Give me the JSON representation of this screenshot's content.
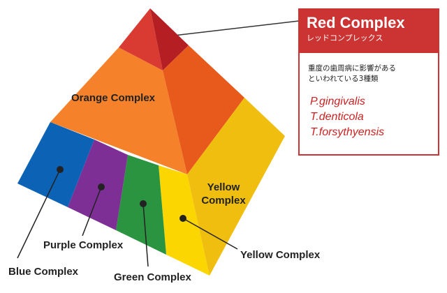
{
  "colors": {
    "red": "#d93a32",
    "red_dark": "#b51f23",
    "orange": "#f5822a",
    "orange_dark": "#e85a1c",
    "yellow": "#fcd600",
    "yellow_dark": "#efbe0f",
    "green": "#2b9440",
    "purple": "#7e2f96",
    "blue": "#0c63b6",
    "accent": "#cc3333"
  },
  "labels": {
    "orange": "Orange Complex",
    "yellow_face_line1": "Yellow",
    "yellow_face_line2": "Complex",
    "purple": "Purple Complex",
    "blue": "Blue Complex",
    "green": "Green Complex",
    "yellow": "Yellow Complex"
  },
  "info_box": {
    "title": "Red Complex",
    "subtitle": "レッドコンプレックス",
    "description_line1": "重度の歯周病に影響がある",
    "description_line2": "といわれている3種類",
    "species": [
      "P.gingivalis",
      "T.denticola",
      "T.forsythyensis"
    ]
  }
}
